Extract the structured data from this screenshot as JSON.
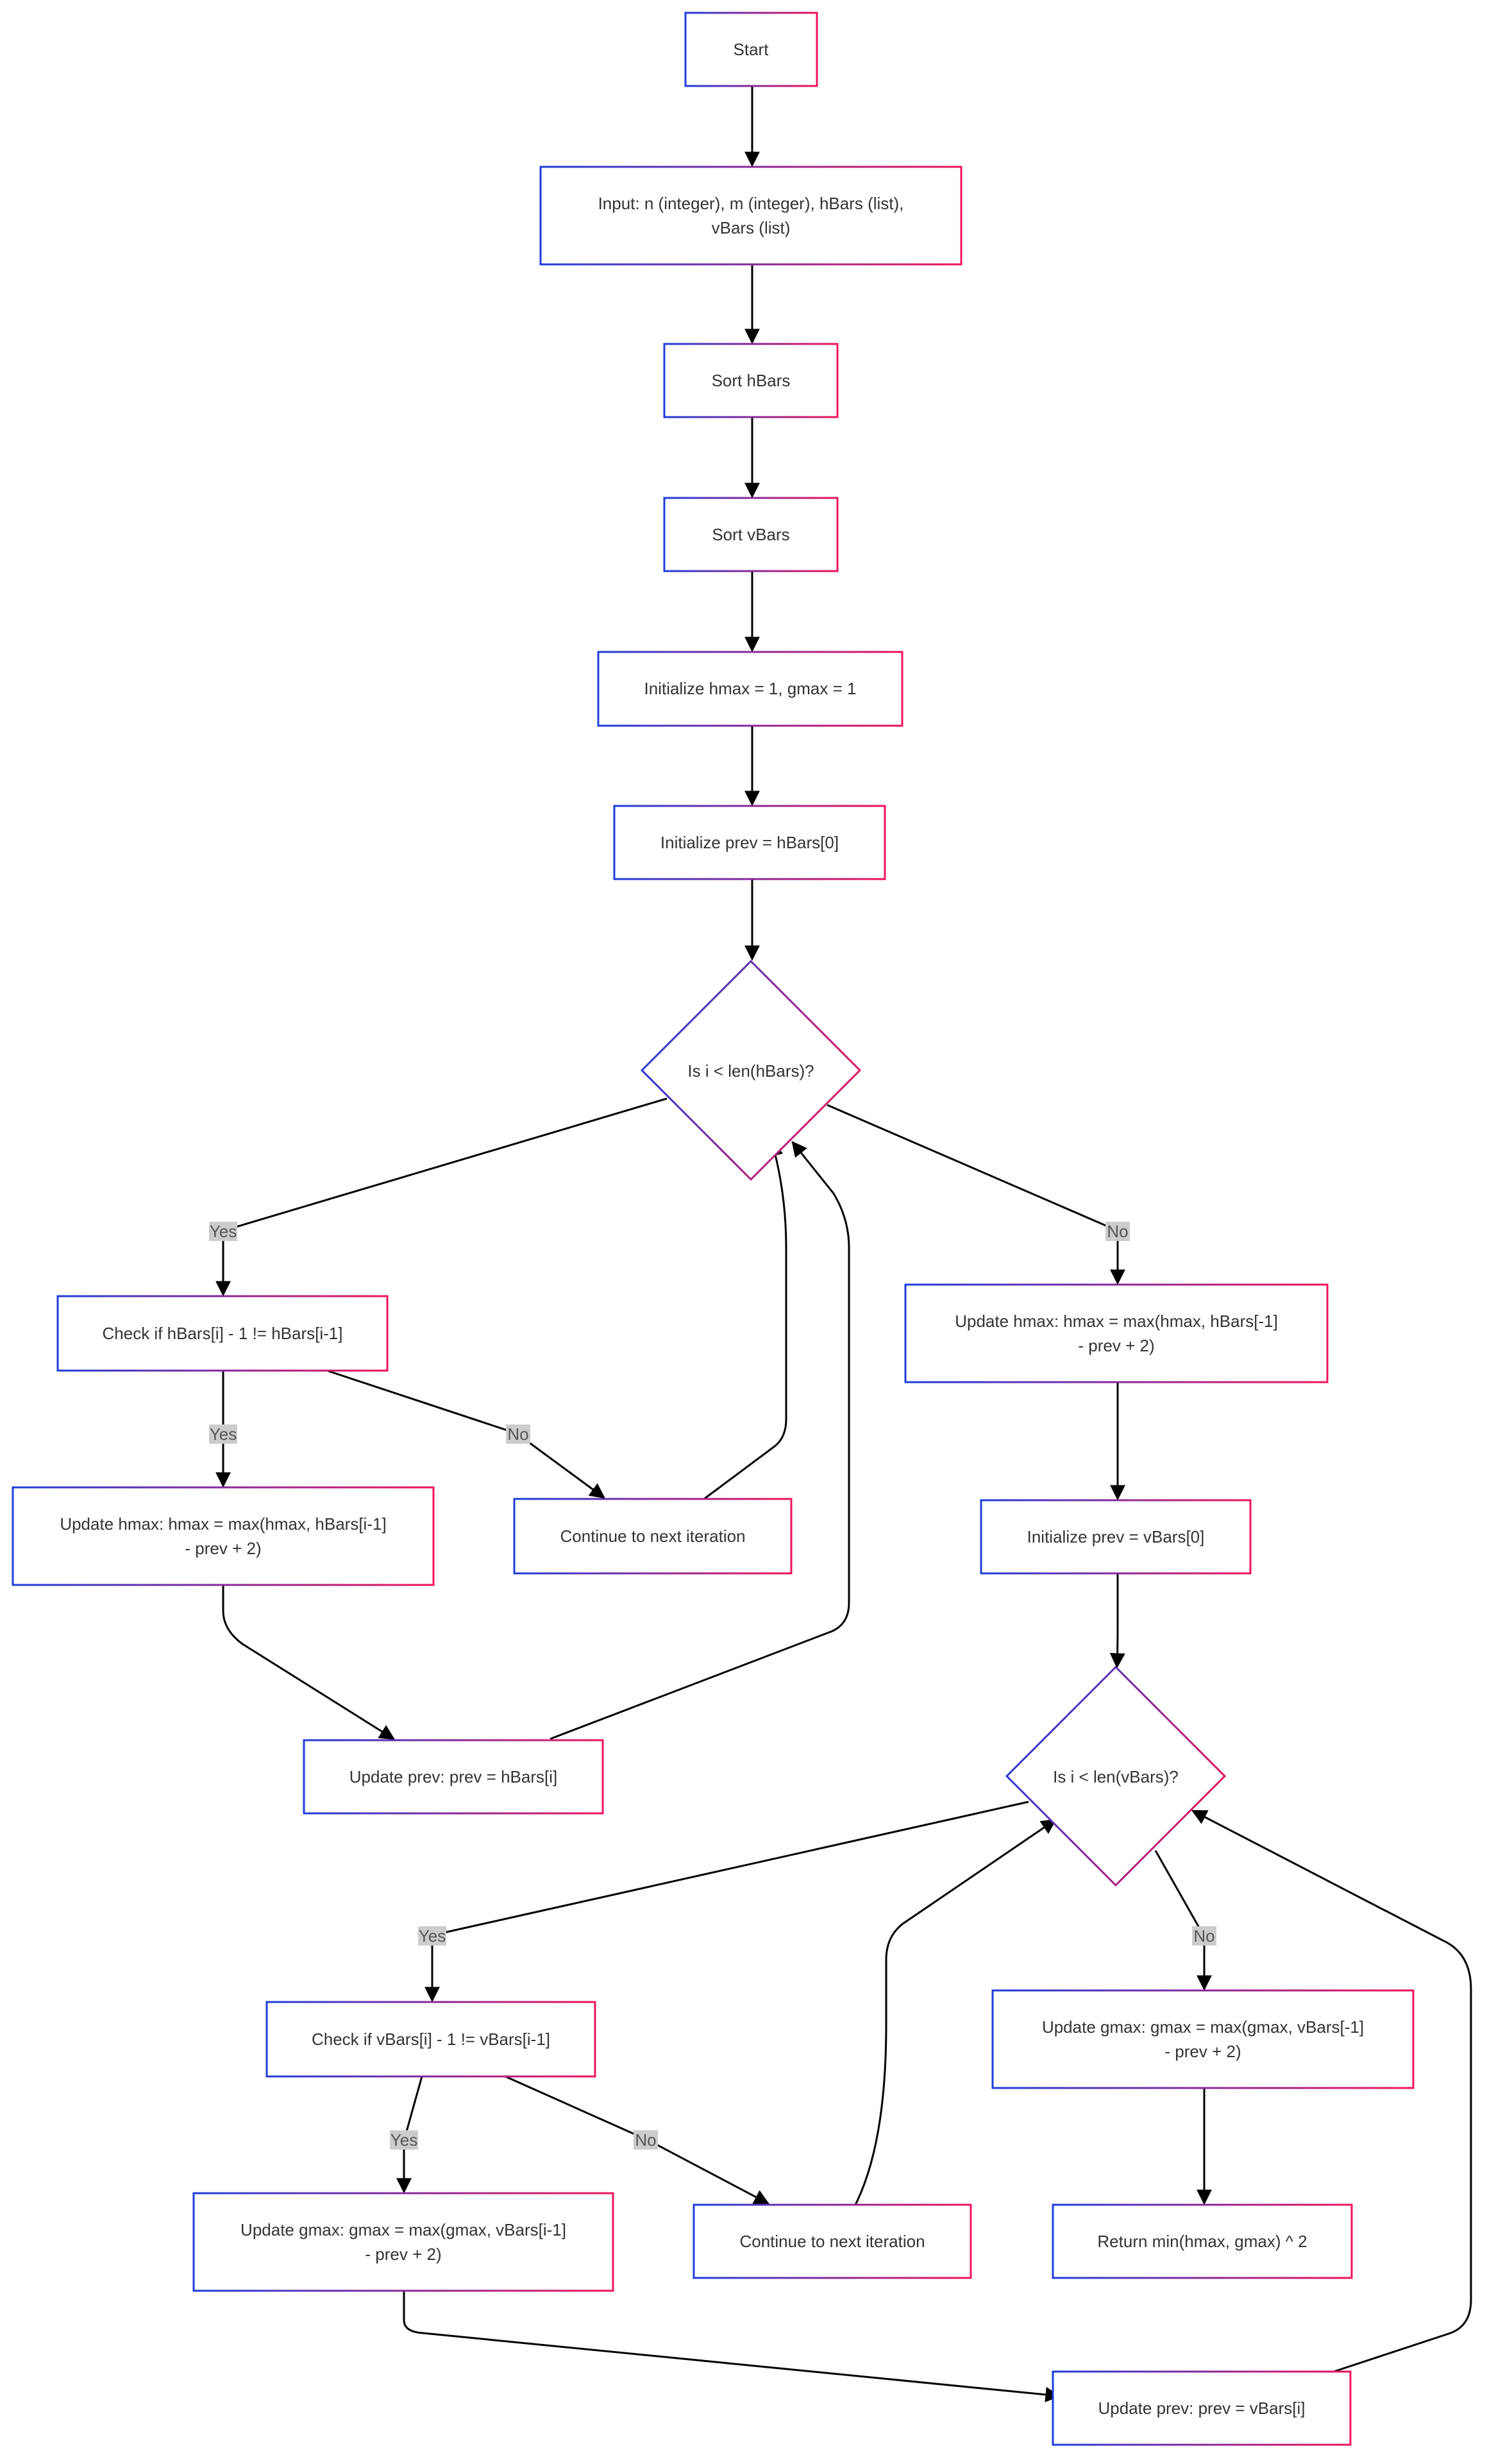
{
  "diagram": {
    "colors": {
      "border_start": "#1f3ddb",
      "border_end": "#f0145a",
      "edge": "#000000",
      "label_bg": "#cccccc",
      "text": "#333333"
    },
    "nodes": {
      "start": {
        "lines": [
          "Start"
        ]
      },
      "input": {
        "lines": [
          "Input: n (integer), m (integer), hBars (list),",
          "vBars (list)"
        ]
      },
      "sort_h": {
        "lines": [
          "Sort hBars"
        ]
      },
      "sort_v": {
        "lines": [
          "Sort vBars"
        ]
      },
      "init_max": {
        "lines": [
          "Initialize hmax = 1, gmax = 1"
        ]
      },
      "init_prev_h": {
        "lines": [
          "Initialize prev = hBars[0]"
        ]
      },
      "dec_h": {
        "lines": [
          "Is i < len(hBars)?"
        ]
      },
      "check_h": {
        "lines": [
          "Check if hBars[i] - 1 != hBars[i-1]"
        ]
      },
      "update_hmax_loop": {
        "lines": [
          "Update hmax: hmax = max(hmax, hBars[i-1]",
          "- prev + 2)"
        ]
      },
      "continue_h": {
        "lines": [
          "Continue to next iteration"
        ]
      },
      "update_prev_h": {
        "lines": [
          "Update prev: prev = hBars[i]"
        ]
      },
      "update_hmax_final": {
        "lines": [
          "Update hmax: hmax = max(hmax, hBars[-1]",
          "- prev + 2)"
        ]
      },
      "init_prev_v": {
        "lines": [
          "Initialize prev = vBars[0]"
        ]
      },
      "dec_v": {
        "lines": [
          "Is i < len(vBars)?"
        ]
      },
      "check_v": {
        "lines": [
          "Check if vBars[i] - 1 != vBars[i-1]"
        ]
      },
      "update_gmax_loop": {
        "lines": [
          "Update gmax: gmax = max(gmax, vBars[i-1]",
          "- prev + 2)"
        ]
      },
      "continue_v": {
        "lines": [
          "Continue to next iteration"
        ]
      },
      "update_prev_v": {
        "lines": [
          "Update prev: prev = vBars[i]"
        ]
      },
      "update_gmax_final": {
        "lines": [
          "Update gmax: gmax = max(gmax, vBars[-1]",
          "- prev + 2)"
        ]
      },
      "return": {
        "lines": [
          "Return min(hmax, gmax) ^ 2"
        ]
      }
    },
    "edge_labels": {
      "h_yes": "Yes",
      "h_no": "No",
      "check_h_yes": "Yes",
      "check_h_no": "No",
      "v_yes": "Yes",
      "v_no": "No",
      "check_v_yes": "Yes",
      "check_v_no": "No"
    }
  }
}
